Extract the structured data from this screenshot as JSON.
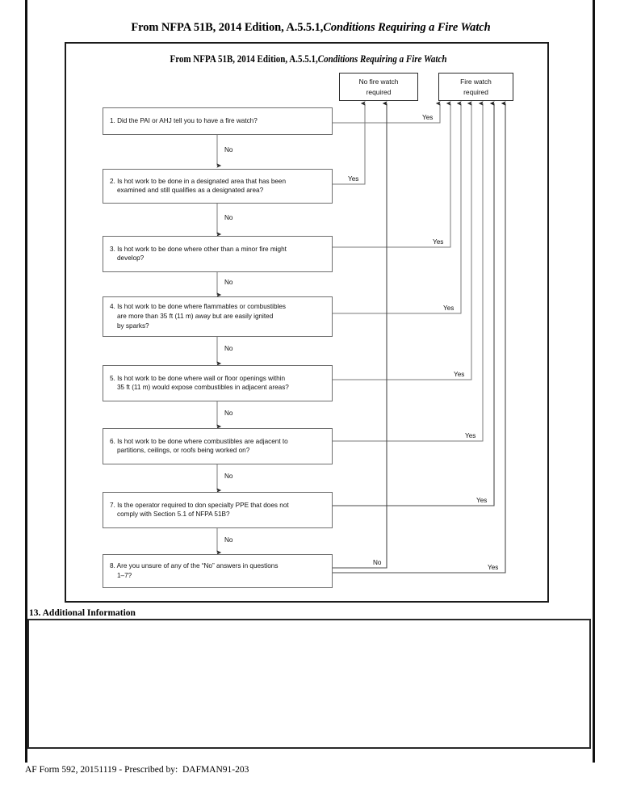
{
  "document": {
    "outer_title_plain": "From NFPA 51B, 2014 Edition, A.5.5.1,",
    "outer_title_italic": "Conditions Requiring a Fire Watch",
    "inner_title_plain": "From NFPA 51B, 2014 Edition, A.5.5.1,",
    "inner_title_italic": "Conditions Requiring a Fire Watch",
    "footer": "AF Form 592, 20151119 - Prescribed by:  DAFMAN91-203"
  },
  "additional_information": {
    "label": "13. Additional Information",
    "value": ""
  },
  "flowchart": {
    "type": "decision-flowchart",
    "terminals": [
      {
        "id": "no-fire-watch",
        "label": "No fire watch\nrequired",
        "incoming_count": 2,
        "incoming_from": [
          "q2-yes",
          "q8-no"
        ]
      },
      {
        "id": "fire-watch",
        "label": "Fire watch\nrequired",
        "incoming_count": 7,
        "incoming_from": [
          "q1-yes",
          "q3-yes",
          "q4-yes",
          "q5-yes",
          "q6-yes",
          "q7-yes",
          "q8-yes"
        ]
      }
    ],
    "questions": [
      {
        "number": "1.",
        "text": "1. Did the PAI or AHJ tell you to have a fire watch?",
        "yes_label": "Yes",
        "no_label": "No",
        "yes_target": "fire-watch",
        "no_target": "q2"
      },
      {
        "number": "2.",
        "text": "2. Is hot work to be done in a designated area that has been\nexamined and still qualifies as a designated area?",
        "yes_label": "Yes",
        "no_label": "No",
        "yes_target": "no-fire-watch",
        "no_target": "q3"
      },
      {
        "number": "3.",
        "text": "3. Is hot work to be done where other than a minor fire might\ndevelop?",
        "yes_label": "Yes",
        "no_label": "No",
        "yes_target": "fire-watch",
        "no_target": "q4"
      },
      {
        "number": "4.",
        "text": "4. Is hot work to be done where flammables or combustibles\nare more than 35 ft (11 m) away but are easily ignited\nby sparks?",
        "yes_label": "Yes",
        "no_label": "No",
        "yes_target": "fire-watch",
        "no_target": "q5"
      },
      {
        "number": "5.",
        "text": "5. Is hot work to be done where wall or floor openings within\n35 ft (11 m) would expose combustibles in adjacent areas?",
        "yes_label": "Yes",
        "no_label": "No",
        "yes_target": "fire-watch",
        "no_target": "q6"
      },
      {
        "number": "6.",
        "text": "6. Is hot work to be done where combustibles are adjacent to\npartitions, ceilings, or roofs being worked on?",
        "yes_label": "Yes",
        "no_label": "No",
        "yes_target": "fire-watch",
        "no_target": "q7"
      },
      {
        "number": "7.",
        "text": "7. Is the operator required to don specialty PPE that does not\ncomply with Section 5.1 of NFPA 51B?",
        "yes_label": "Yes",
        "no_label": "No",
        "yes_target": "fire-watch",
        "no_target": "q8"
      },
      {
        "number": "8.",
        "text": "8. Are you unsure of any of the “No” answers in questions\n1–7?",
        "yes_label": "Yes",
        "no_label": "No",
        "yes_target": "fire-watch",
        "no_target": "no-fire-watch"
      }
    ]
  },
  "colors": {
    "page_background": "#ffffff",
    "border_dark": "#1b1b1b",
    "box_border": "#6e6e6e",
    "connector": "#767676",
    "connector_dark": "#3d3d3d",
    "text": "#111111"
  }
}
